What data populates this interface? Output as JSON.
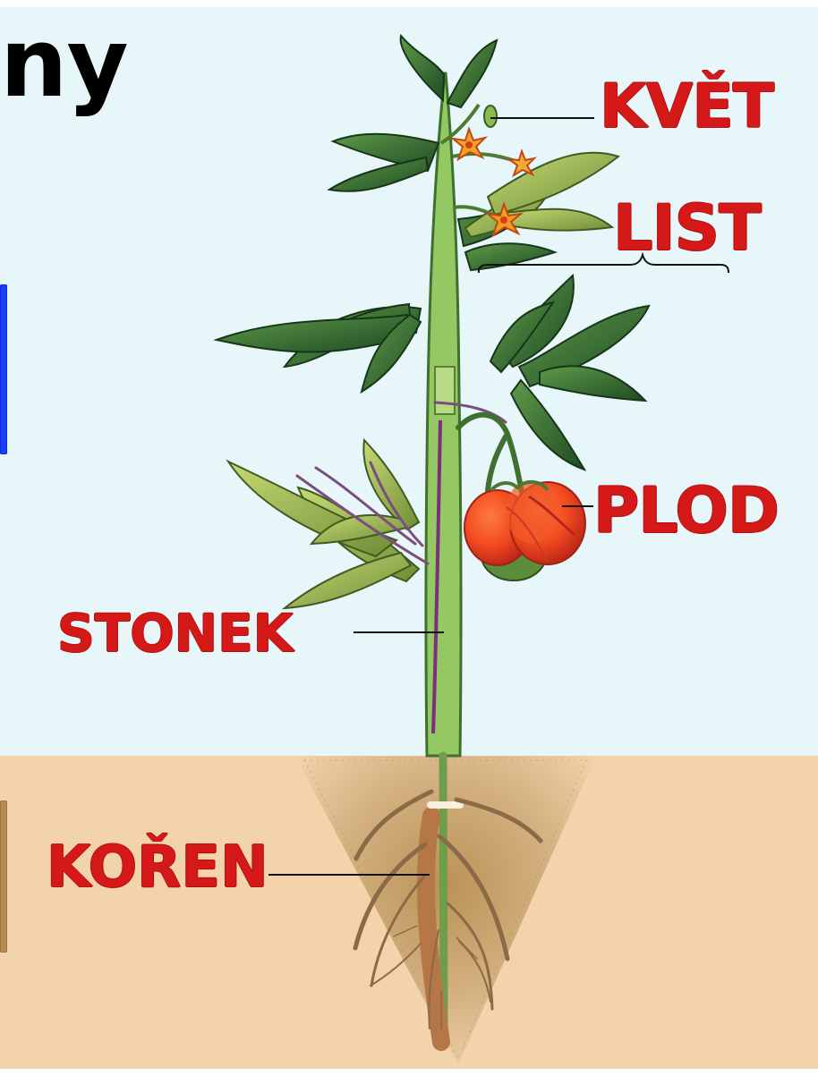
{
  "colors": {
    "sky": "#e7f6f9",
    "soil": "#f3d3ab",
    "label_red": "#d51818",
    "stem_green": "#8fc65e",
    "leaf_green": "#2f6b2d",
    "tomato_red": "#f24b20"
  },
  "title": {
    "text": "ny"
  },
  "labels": {
    "flower": "KVĚT",
    "leaf": "LIST",
    "fruit": "PLOD",
    "stem": "STONEK",
    "root": "KOŘEN"
  },
  "edge_marks": {
    "top": "blue-side-fragment",
    "bottom": "brown-side-fragment"
  },
  "art": {
    "plant": "tomato-plant-illustration",
    "tomato": "tomato-fruit",
    "roots": "root-system"
  }
}
